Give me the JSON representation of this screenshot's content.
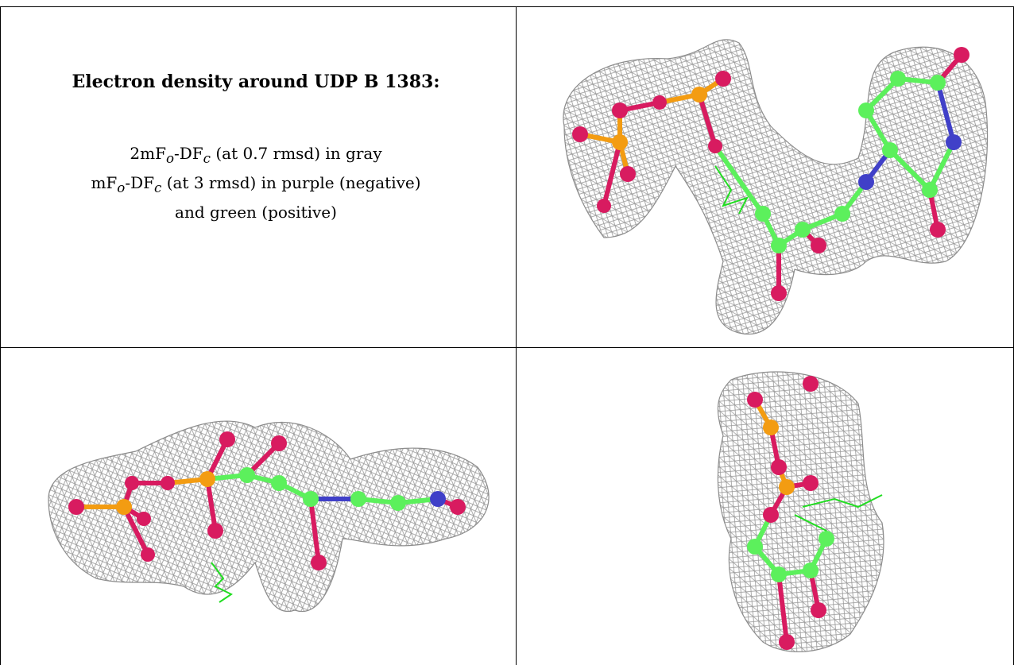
{
  "caption": {
    "title": "Electron density around UDP B 1383:",
    "line1": {
      "a": "2mF",
      "sub_o": "o",
      "b": "-DF",
      "sub_c": "c",
      "rest": " (at 0.7 rmsd) in gray"
    },
    "line2": {
      "a": "mF",
      "sub_o": "o",
      "b": "-DF",
      "sub_c": "c",
      "rest": " (at 3 rmsd) in purple (negative)"
    },
    "line3": "and green (positive)"
  },
  "colors": {
    "mesh": "#a9a9a9",
    "oxygen": "#d81b60",
    "phosphorus": "#f39c12",
    "carbon": "#5cf05c",
    "nitrogen": "#4040c8",
    "positive_density": "#22dd22"
  },
  "panels": [
    {
      "name": "view-top-right"
    },
    {
      "name": "view-bottom-left"
    },
    {
      "name": "view-bottom-right"
    }
  ]
}
